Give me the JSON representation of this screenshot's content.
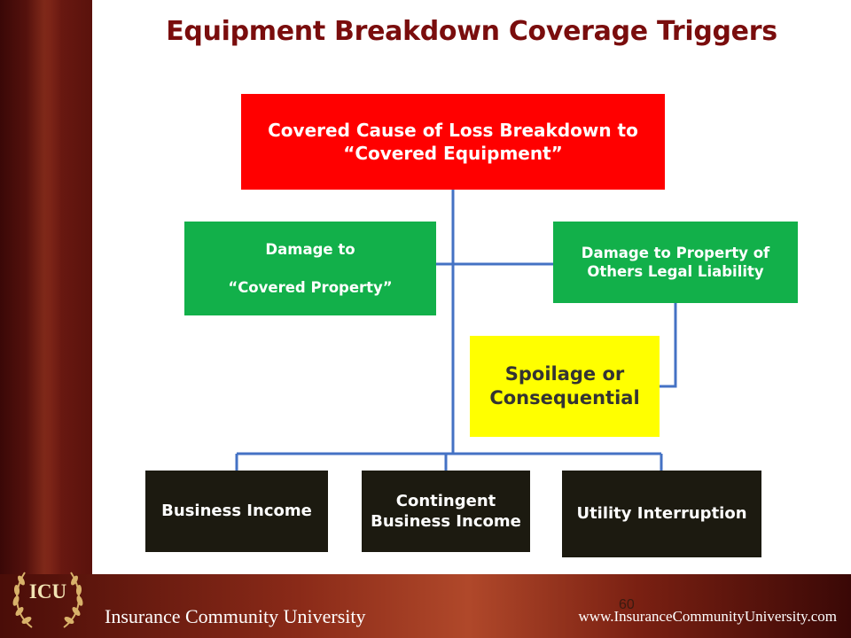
{
  "slide": {
    "title": "Equipment Breakdown Coverage Triggers",
    "page_number": "60"
  },
  "diagram": {
    "root": "Covered Cause of Loss Breakdown to “Covered Equipment”",
    "covered_property_line1": "Damage to",
    "covered_property_line2": "“Covered Property”",
    "legal_liability": "Damage to Property of Others Legal Liability",
    "spoilage": "Spoilage or Consequential",
    "business_income": "Business Income",
    "contingent_business_income": "Contingent Business Income",
    "utility_interruption": "Utility Interruption"
  },
  "footer": {
    "organization": "Insurance Community University",
    "website": "www.InsuranceCommunityUniversity.com",
    "logo_text": "ICU"
  },
  "colors": {
    "title": "#7a0d0d",
    "root_box": "#ff0000",
    "green_box": "#12b04a",
    "yellow_box": "#ffff00",
    "dark_box": "#1c1a10",
    "connector": "#4472c4"
  },
  "icons": {
    "logo": "laurel-wreath-icon"
  }
}
